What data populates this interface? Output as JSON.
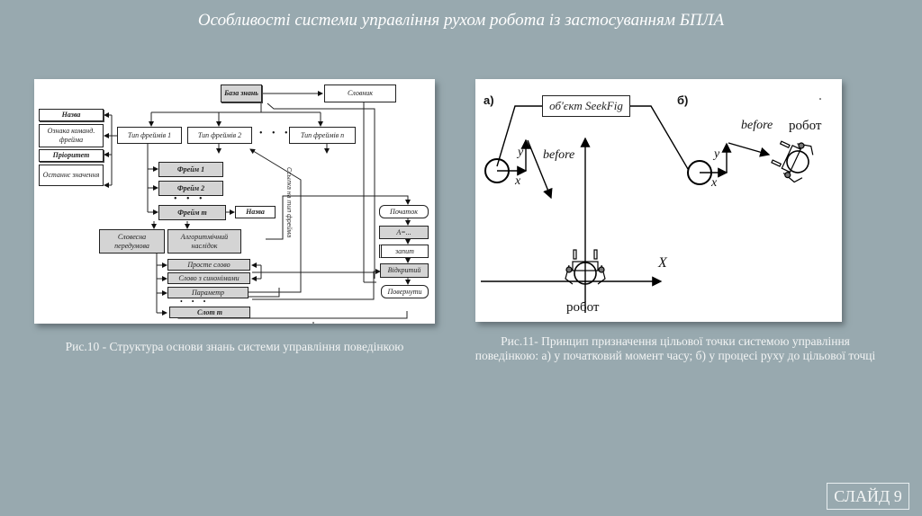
{
  "slide": {
    "title": "Особливості системи управління рухом робота із застосуванням БПЛА",
    "number_label": "СЛАЙД 9"
  },
  "figure1": {
    "caption": "Рис.10 - Структура основи знань системи управління поведінкою",
    "nodes": {
      "knowledge_base": "База знань",
      "dictionary": "Словник",
      "name1": "Назва",
      "command_flag": "Ознака команд. фрейма",
      "priority": "Пріоритет",
      "last_values": "Останнє значення",
      "frame_type_1": "Тип фреймів 1",
      "frame_type_2": "Тип фреймів 2",
      "frame_type_n": "Тип фреймів n",
      "frame_1": "Фрейм 1",
      "frame_2": "Фрейм 2",
      "frame_m": "Фрейм m",
      "name2": "Назва",
      "verbal_premise": "Словесна передумова",
      "algorithmic_consequence": "Алгоритмічний наслідок",
      "simple_word": "Просте слово",
      "word_synonyms": "Слово з синонімами",
      "parameter": "Параметр",
      "slot_m": "Слот m",
      "start": "Початок",
      "assign": "A=...",
      "query": "запит",
      "open": "Відкритий",
      "return": "Повернути",
      "frame_type_link": "Ссылка на тип фрейма",
      "ellipsis": "• • •"
    }
  },
  "figure2": {
    "caption_line1": "Рис.11- Принцип призначення цільової точки системою управління",
    "caption_line2": "поведінкою: а) у початковий момент часу; б) у процесі руху до цільової точці",
    "label_a": "а)",
    "label_b": "б)",
    "object_box": "об'єкт SeekFig",
    "before_a": "before",
    "before_b": "before",
    "axis_x_small": "x",
    "axis_y_small": "y",
    "axis_X": "X",
    "robot_a": "робот",
    "robot_b": "робот"
  }
}
